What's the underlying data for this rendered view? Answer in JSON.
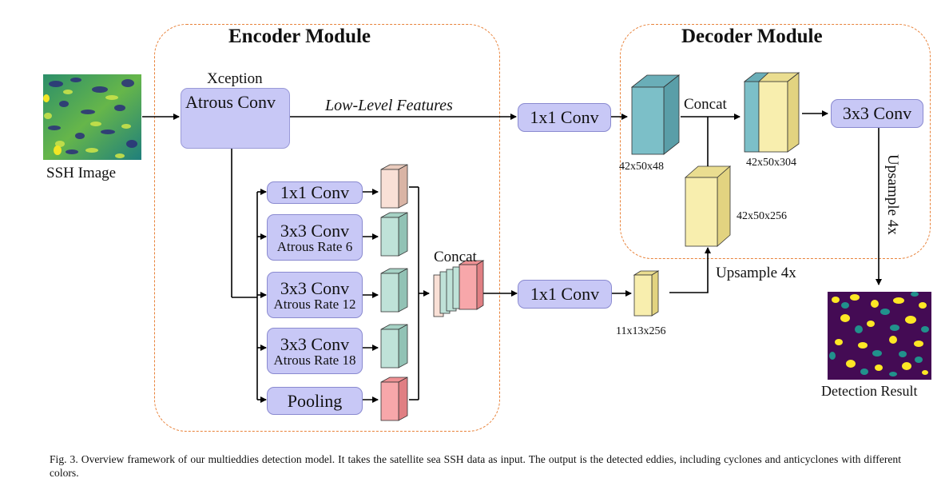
{
  "encoder": {
    "title": "Encoder Module",
    "xception_title": "Xception",
    "atrous_label": "Atrous Conv",
    "low_level_label": "Low-Level Features",
    "aspp": [
      {
        "line1": "1x1 Conv",
        "line2": ""
      },
      {
        "line1": "3x3 Conv",
        "line2": "Atrous Rate 6"
      },
      {
        "line1": "3x3 Conv",
        "line2": "Atrous Rate 12"
      },
      {
        "line1": "3x3 Conv",
        "line2": "Atrous Rate 18"
      },
      {
        "line1": "Pooling",
        "line2": ""
      }
    ],
    "concat_label": "Concat",
    "conv_after_concat": "1x1 Conv"
  },
  "decoder": {
    "title": "Decoder Module",
    "low_conv": "1x1 Conv",
    "concat_label": "Concat",
    "final_conv": "3x3 Conv",
    "dims": {
      "low": "42x50x48",
      "concat": "42x50x304",
      "up": "42x50x256",
      "encoder_out": "11x13x256"
    },
    "upsample_label": "Upsample 4x",
    "final_upsample_label": "Upsample 4x"
  },
  "input_label": "SSH Image",
  "output_label": "Detection Result",
  "caption": "Fig. 3.   Overview framework of our multieddies detection model. It takes the satellite sea SSH data as input. The output is the detected eddies, including cyclones and anticyclones with different colors.",
  "colors": {
    "box_fill": "#c8c8f6",
    "module_border": "#e8823a",
    "teal": "#7cbfc8",
    "yellow": "#f8eeae",
    "peach": "#f9e0d6",
    "mint": "#bfe2d8",
    "pink": "#f7a7aa",
    "arrow_red": "#e0141c"
  }
}
